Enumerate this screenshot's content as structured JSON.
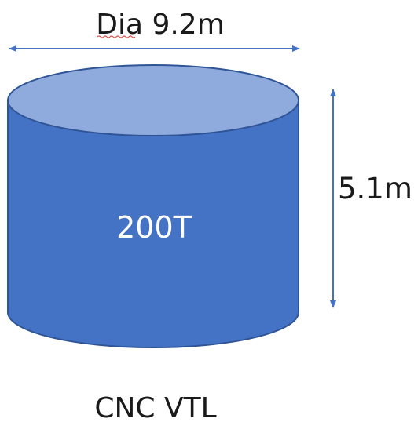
{
  "diameter_label": "Dia 9.2m",
  "height_label": "5.1m",
  "capacity_label": "200T",
  "machine_label": "CNC VTL",
  "colors": {
    "body": "#4472c4",
    "top": "#8faadc",
    "outline": "#2f5597",
    "arrow": "#4472c4",
    "capacity_text": "#ffffff",
    "label_text": "#1a1a1a"
  }
}
